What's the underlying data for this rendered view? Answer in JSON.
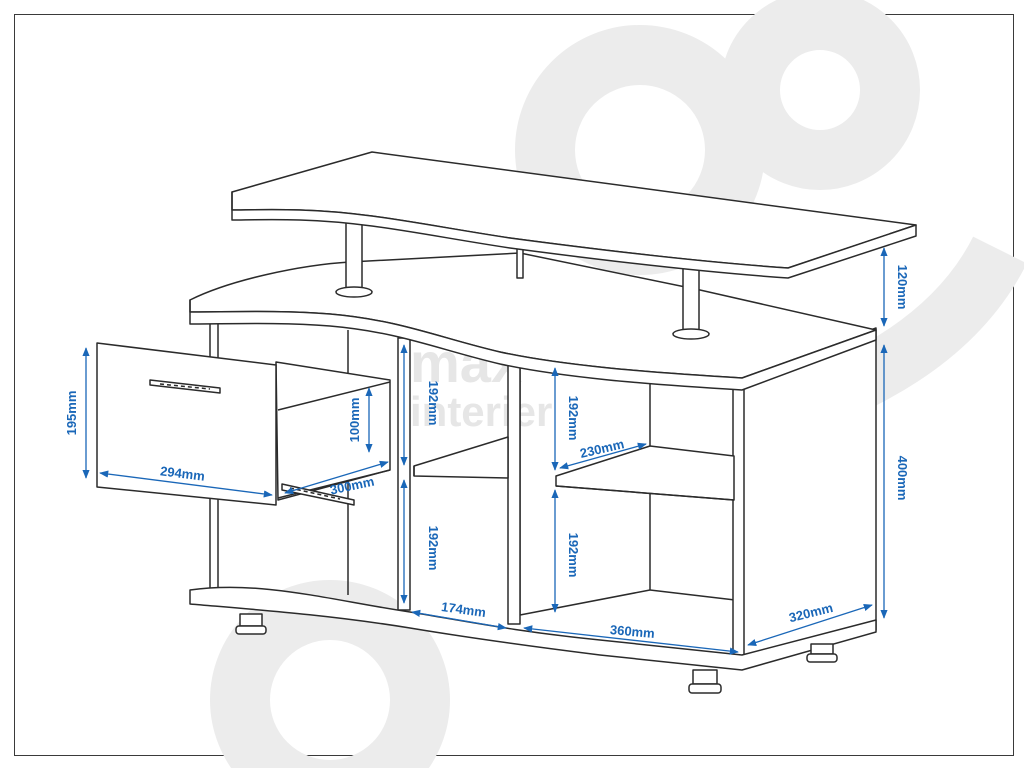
{
  "watermark": {
    "line1": "max",
    "line2": "interier"
  },
  "colors": {
    "dimension": "#1a67b8",
    "outline": "#2b2b2b",
    "watermark": "#e9e9e9"
  },
  "dimensions": {
    "top_shelf_height": "120mm",
    "cabinet_height": "400mm",
    "drawer_front_height": "195mm",
    "drawer_front_width": "294mm",
    "drawer_depth": "300mm",
    "drawer_inner_height": "100mm",
    "middle_upper_height": "192mm",
    "middle_lower_height": "192mm",
    "right_upper_height": "192mm",
    "right_lower_height": "192mm",
    "right_shelf_depth": "230mm",
    "middle_width": "174mm",
    "right_width": "360mm",
    "cabinet_depth": "320mm"
  }
}
